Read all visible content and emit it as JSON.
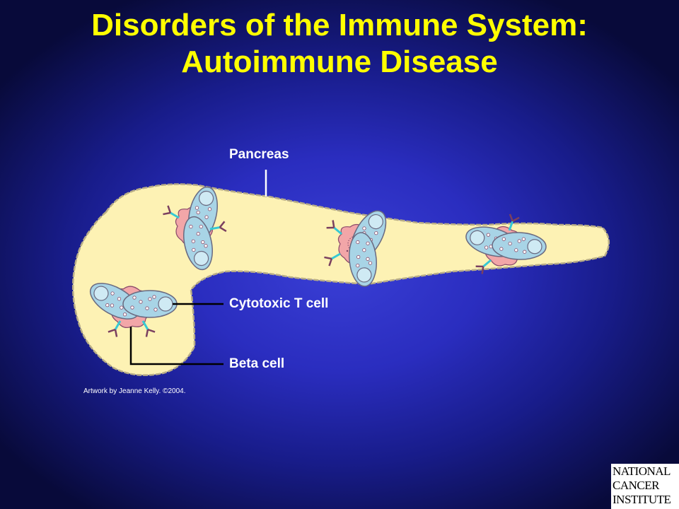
{
  "title": {
    "line1": "Disorders of the Immune System:",
    "line2": "Autoimmune Disease"
  },
  "labels": {
    "pancreas": "Pancreas",
    "cytotoxic_t_cell": "Cytotoxic T cell",
    "beta_cell": "Beta cell"
  },
  "credit": "Artwork by Jeanne Kelly. ©2004.",
  "logo": {
    "line1": "NATIONAL",
    "line2": "CANCER",
    "line3": "INSTITUTE"
  },
  "colors": {
    "pancreas_fill": "#fdf2b4",
    "pancreas_stroke": "#b8ad86",
    "t_cell_fill": "#a8d4e6",
    "beta_cell_fill": "#f2a6a8",
    "title_color": "#ffff00"
  }
}
